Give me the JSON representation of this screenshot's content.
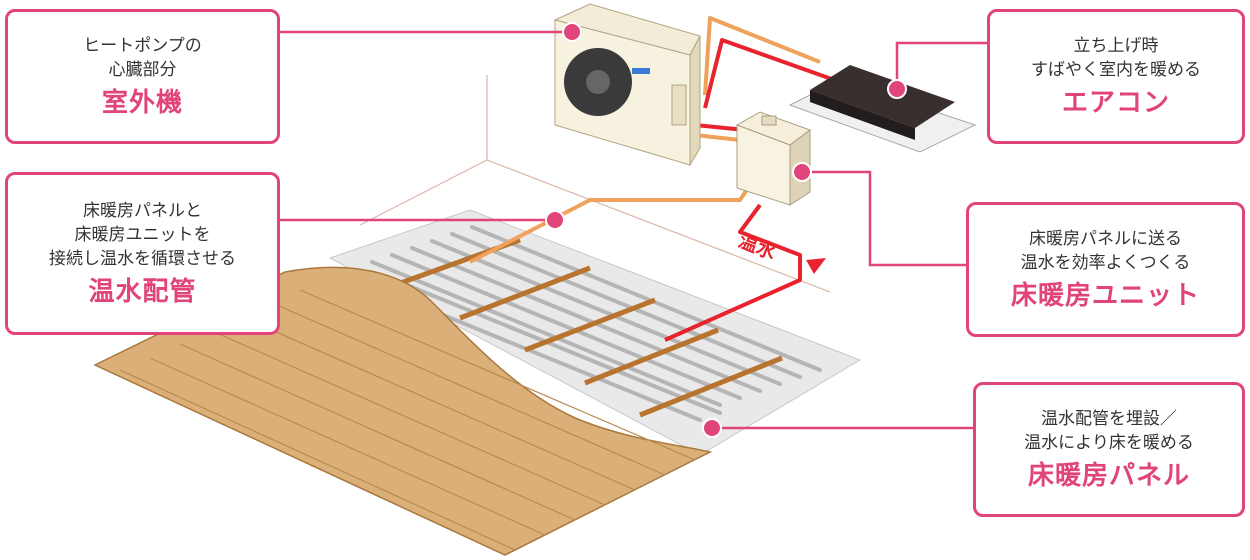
{
  "colors": {
    "accent": "#e0447a",
    "hot_pipe": "#e8232d",
    "return_pipe": "#f0a25c",
    "floor_wood": "#dbb078",
    "panel_gray": "#e9e9e9"
  },
  "callouts": {
    "outdoor_unit": {
      "desc": "ヒートポンプの\n心臓部分",
      "title": "室外機"
    },
    "pipe": {
      "desc": "床暖房パネルと\n床暖房ユニットを\n接続し温水を循環させる",
      "title": "温水配管"
    },
    "aircon": {
      "desc": "立ち上げ時\nすばやく室内を暖める",
      "title": "エアコン"
    },
    "unit": {
      "desc": "床暖房パネルに送る\n温水を効率よくつくる",
      "title": "床暖房ユニット"
    },
    "panel": {
      "desc": "温水配管を埋設／\n温水により床を暖める",
      "title": "床暖房パネル"
    }
  },
  "labels": {
    "hot_water": "温水"
  }
}
